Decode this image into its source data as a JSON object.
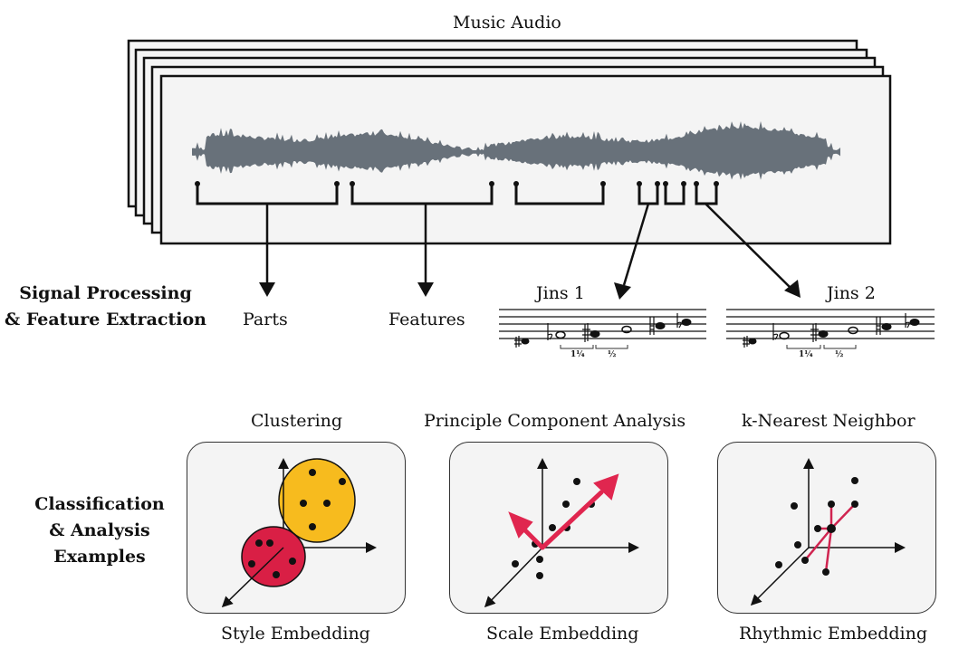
{
  "title": "Music Audio",
  "section_labels": {
    "signal": [
      "Signal Processing",
      "& Feature Extraction"
    ],
    "classification": [
      "Classification",
      "& Analysis",
      "Examples"
    ]
  },
  "outputs": {
    "parts": "Parts",
    "features": "Features",
    "jins1": {
      "title": "Jins 1",
      "interval1": "1¼",
      "interval2": "½"
    },
    "jins2": {
      "title": "Jins 2",
      "interval1": "1¼",
      "interval2": "½"
    }
  },
  "examples": [
    {
      "top_label": "Clustering",
      "bottom_label": "Style Embedding"
    },
    {
      "top_label": "Principle Component Analysis",
      "bottom_label": "Scale Embedding"
    },
    {
      "top_label": "k-Nearest Neighbor",
      "bottom_label": "Rhythmic Embedding"
    }
  ],
  "colors": {
    "waveform": "#68717a",
    "cluster_red": "#d91f45",
    "cluster_yellow": "#f7bb1e",
    "pca_arrow": "#e0264f",
    "knn_line": "#d02450",
    "panel_bg": "#f4f4f4",
    "frame_bg": "#f4f4f4"
  }
}
